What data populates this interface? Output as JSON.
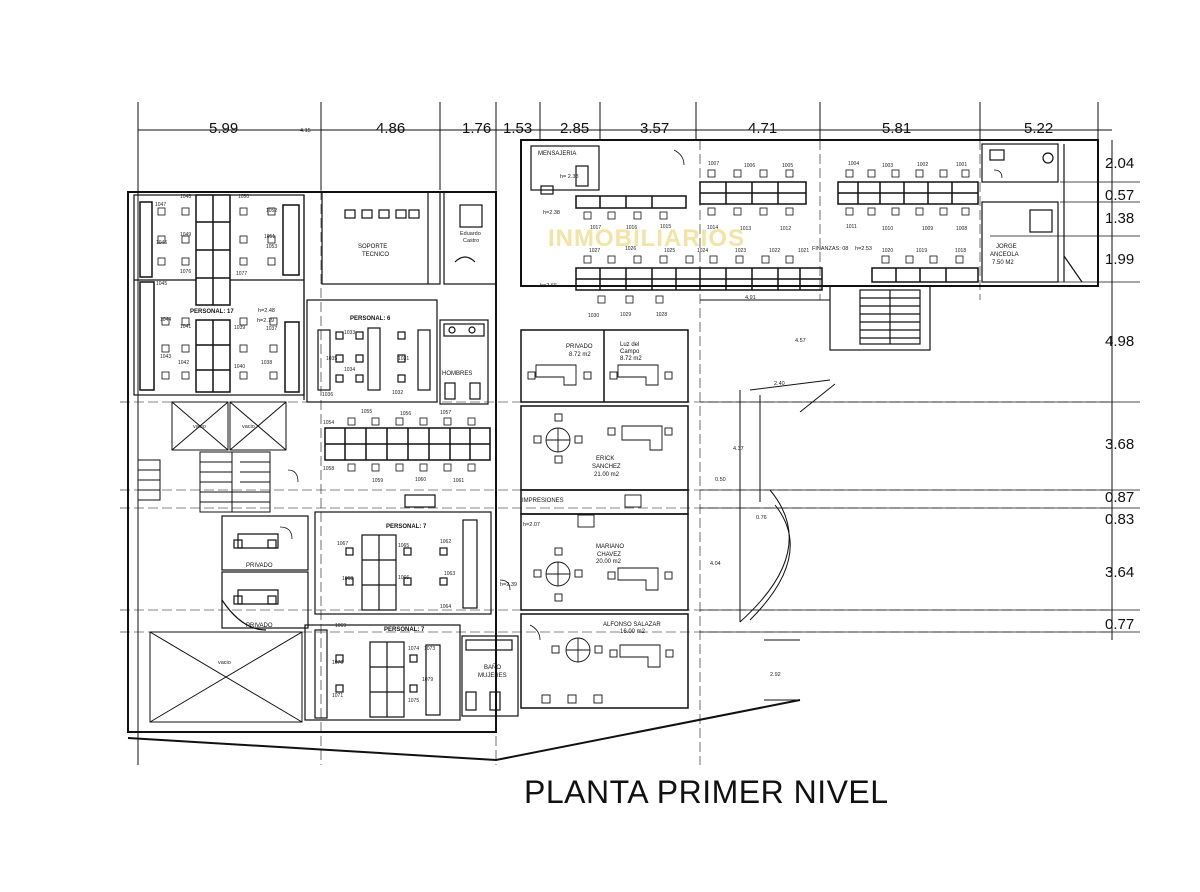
{
  "title": "PLANTA PRIMER NIVEL",
  "watermark": "INMOBILIARIOS",
  "dimensions_top": [
    "5.99",
    "4.15",
    "4.86",
    "1.76",
    "1.53",
    "2.85",
    "3.57",
    "4.71",
    "5.81",
    "5.22"
  ],
  "dimensions_right": [
    "2.04",
    "0.57",
    "1.38",
    "1.99",
    "4.98",
    "3.68",
    "0.87",
    "0.83",
    "3.64",
    "0.77"
  ],
  "interior_dims": [
    "4.91",
    "4.57",
    "2.40",
    "4.37",
    "0.50",
    "0.76",
    "4.04",
    "2.92"
  ],
  "rooms": {
    "mensajeria": "MENSAJERIA",
    "h238a": "h= 2.38",
    "h238b": "h=2.38",
    "soporte_1": "SOPORTE",
    "soporte_2": "TECNICO",
    "eduardo_1": "Eduardo",
    "eduardo_2": "Castro",
    "finanzas": "FINANZAS: 08",
    "h253": "h=2.53",
    "jorge_1": "JORGE",
    "jorge_2": "ANCEOLA",
    "jorge_3": "7.50 M2",
    "h265": "h=2.66",
    "personal17": "PERSONAL: 17",
    "h248": "h=2.48",
    "h279": "h=2.79",
    "personal6": "PERSONAL: 6",
    "hombres": "HOMBRES",
    "privado_a_1": "PRIVADO",
    "privado_a_2": "8.72 m2",
    "luz_1": "Luz del",
    "luz_2": "Campo",
    "luz_3": "8.72 m2",
    "vacio_1": "vacio",
    "vacio_2": "vacio",
    "erick_1": "ERICK",
    "erick_2": "SANCHEZ",
    "erick_3": "21.00 m2",
    "impresiones": "IMPRESIONES",
    "personal7a": "PERSONAL: 7",
    "h207": "h=2.07",
    "h239": "h=2.39",
    "privado_b": "PRIVADO",
    "privado_c": "PRIVADO",
    "mariano_1": "MARIANO",
    "mariano_2": "CHAVEZ",
    "mariano_3": "20.00 m2",
    "alfonso_1": "ALFONSO SALAZAR",
    "alfonso_2": "16.00 m2",
    "personal7b": "PERSONAL: 7",
    "vacio_3": "vacio",
    "bano_1": "BAÑO",
    "bano_2": "MUJERES"
  },
  "desk_numbers": {
    "a_1047": "1047",
    "a_1048": "1048",
    "a_1050": "1050",
    "a_1052": "1052",
    "a_1049": "1049",
    "a_1051": "1051",
    "a_1046": "1046",
    "a_1053": "1053",
    "a_1076": "1076",
    "a_1077": "1077",
    "a_1045": "1045",
    "a_1044": "1044",
    "a_1041": "1041",
    "a_1039": "1039",
    "a_1037": "1037",
    "a_1043": "1043",
    "a_1042": "1042",
    "a_1040": "1040",
    "a_1038": "1038",
    "b_1033": "1033",
    "b_1035": "1035",
    "b_1034": "1034",
    "b_1031": "1031",
    "b_1036": "1036",
    "b_1032": "1032",
    "c_1055": "1055",
    "c_1056": "1056",
    "c_1057": "1057",
    "c_1054": "1054",
    "c_1058": "1058",
    "c_1059": "1059",
    "c_1060": "1060",
    "c_1061": "1061",
    "d_1007": "1007",
    "d_1006": "1006",
    "d_1005": "1005",
    "d_1004": "1004",
    "d_1003": "1003",
    "d_1002": "1002",
    "d_1001": "1001",
    "d_1017": "1017",
    "d_1016": "1016",
    "d_1015": "1015",
    "d_1014": "1014",
    "d_1013": "1013",
    "d_1012": "1012",
    "d_1011": "1011",
    "d_1010": "1010",
    "d_1009": "1009",
    "d_1008": "1008",
    "e_1027": "1027",
    "e_1026": "1026",
    "e_1025": "1025",
    "e_1024": "1024",
    "e_1023": "1023",
    "e_1022": "1022",
    "e_1021": "1021",
    "e_1020": "1020",
    "e_1019": "1019",
    "e_1018": "1018",
    "e_1030": "1030",
    "e_1029": "1029",
    "e_1028": "1028",
    "f_1067": "1067",
    "f_1065": "1065",
    "f_1062": "1062",
    "f_1068": "1068",
    "f_1066": "1066",
    "f_1063": "1063",
    "f_1064": "1064",
    "g_1069": "1069",
    "g_1074": "1074",
    "g_1073": "1073",
    "g_1070": "1070",
    "g_1079": "1079",
    "g_1071": "1071",
    "g_1075": "1075"
  }
}
